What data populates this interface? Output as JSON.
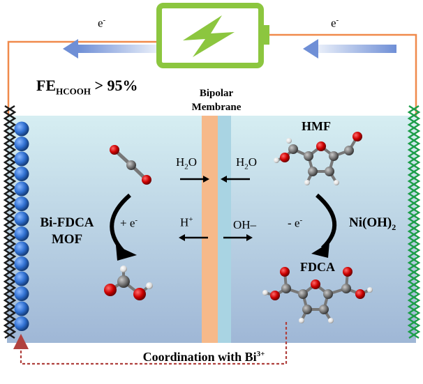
{
  "electron_left": "e",
  "electron_right": "e",
  "electron_sup": "-",
  "fe_main": "FE",
  "fe_sub": "HCOOH",
  "fe_rest": " > 95%",
  "membrane_line1": "Bipolar",
  "membrane_line2": "Membrane",
  "hmf_label": "HMF",
  "fdca_label": "FDCA",
  "h2o_left_main": "H",
  "h2o_left_sub": "2",
  "h2o_left_rest": "O",
  "h2o_right_main": "H",
  "h2o_right_sub": "2",
  "h2o_right_rest": "O",
  "h_plus_main": "H",
  "h_plus_sup": "+",
  "oh_minus": "OH–",
  "plus_e_main": "+ e",
  "plus_e_sup": "-",
  "minus_e_main": "- e",
  "minus_e_sup": "-",
  "catalyst_left_line1": "Bi-FDCA",
  "catalyst_left_line2": "MOF",
  "catalyst_right_main": "Ni(OH)",
  "catalyst_right_sub": "2",
  "coordination_main": "Coordination with Bi",
  "coordination_sup": "3+",
  "colors": {
    "wire": "#f08a4b",
    "battery": "#8cc63f",
    "cathode_chain": "#1a1a1a",
    "anode_chain": "#1e9e4a",
    "bead": "#2f6fd0",
    "membrane_left": "#f6b98a",
    "membrane_right": "#a9d4e3",
    "oxygen": "#cc0000",
    "carbon": "#777777",
    "hydrogen": "#e6e6e6",
    "dashed_path": "#b0413e"
  }
}
